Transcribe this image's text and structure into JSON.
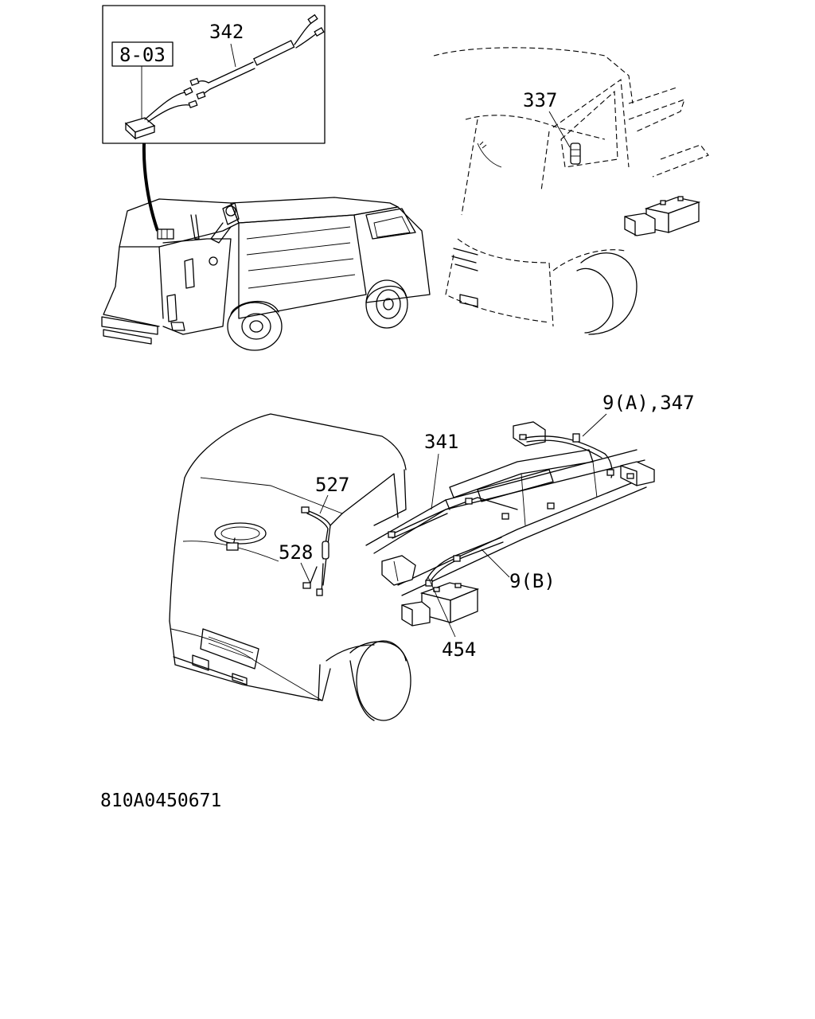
{
  "callouts": {
    "c342": "342",
    "c803": "8-03",
    "c337": "337",
    "c341": "341",
    "c9a347": "9(A),347",
    "c527": "527",
    "c528": "528",
    "c9b": "9(B)",
    "c454": "454"
  },
  "drawing_code": "810A0450671"
}
